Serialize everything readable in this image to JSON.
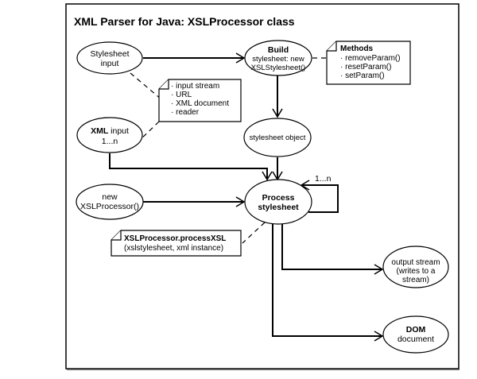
{
  "title": "XML Parser for Java: XSLProcessor class",
  "nodes": {
    "stylesheet_input": {
      "lines": [
        "Stylesheet",
        "input"
      ]
    },
    "build": {
      "bold": "Build",
      "lines": [
        "stylesheet: new",
        "XSLStylesheet()"
      ]
    },
    "xml_input": {
      "bold": "XML",
      "rest": " input",
      "line2": "1...n"
    },
    "stylesheet_object": {
      "label": "stylesheet object"
    },
    "new_processor": {
      "lines": [
        "new",
        "XSLProcessor()"
      ]
    },
    "process": {
      "lines": [
        "Process",
        "stylesheet"
      ]
    },
    "output_stream": {
      "lines": [
        "output stream",
        "(writes to a",
        "stream)"
      ]
    },
    "dom_document": {
      "bold": "DOM",
      "line2": "document"
    }
  },
  "notes": {
    "input_types": {
      "items": [
        "input stream",
        "URL",
        "XML document",
        "reader"
      ]
    },
    "methods": {
      "heading": "Methods",
      "items": [
        "removeParam()",
        "resetParam()",
        "setParam()"
      ]
    },
    "process_call": {
      "line1": "XSLProcessor.processXSL",
      "line2": "(xslstylesheet, xml instance)"
    }
  },
  "edges": {
    "loop_label": "1...n"
  },
  "bullet": "·"
}
